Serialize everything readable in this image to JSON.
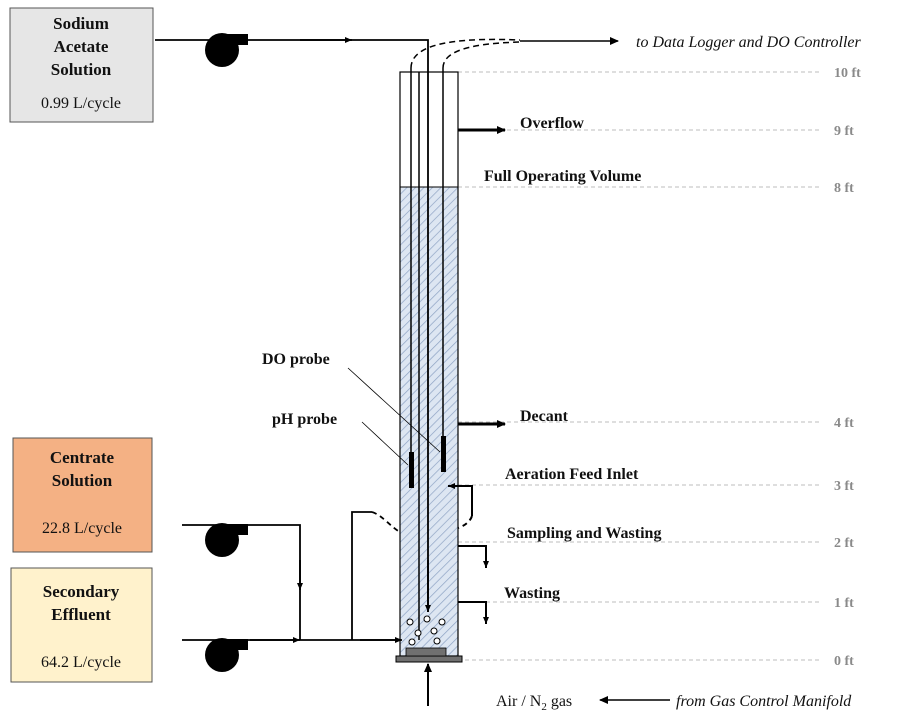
{
  "boxes": {
    "sodium_acetate": {
      "title_lines": [
        "Sodium",
        "Acetate",
        "Solution"
      ],
      "value": "0.99 L/cycle",
      "fill": "#e6e6e6"
    },
    "centrate": {
      "title_lines": [
        "Centrate",
        "Solution"
      ],
      "value": "22.8 L/cycle",
      "fill": "#f4b184"
    },
    "secondary_effluent": {
      "title_lines": [
        "Secondary",
        "Effluent"
      ],
      "value": "64.2 L/cycle",
      "fill": "#fff2cc"
    }
  },
  "labels": {
    "to_logger": "to Data Logger and DO Controller",
    "overflow": "Overflow",
    "full_volume": "Full Operating Volume",
    "do_probe": "DO probe",
    "ph_probe": "pH probe",
    "decant": "Decant",
    "aeration_inlet": "Aeration Feed Inlet",
    "sampling_wasting": "Sampling and Wasting",
    "wasting": "Wasting",
    "gas_main": "Air / N",
    "gas_sub": "2",
    "gas_tail": " gas",
    "from_manifold": "from Gas Control Manifold"
  },
  "height_ticks": [
    "10 ft",
    "9 ft",
    "8 ft",
    "4 ft",
    "3 ft",
    "2 ft",
    "1 ft",
    "0 ft"
  ],
  "colors": {
    "liquid_fill": "#dde6f2",
    "hatch": "#8ea3c4",
    "gridline": "#bdbdbd",
    "tick_text": "#8a8a8a",
    "base_plate": "#707070"
  }
}
